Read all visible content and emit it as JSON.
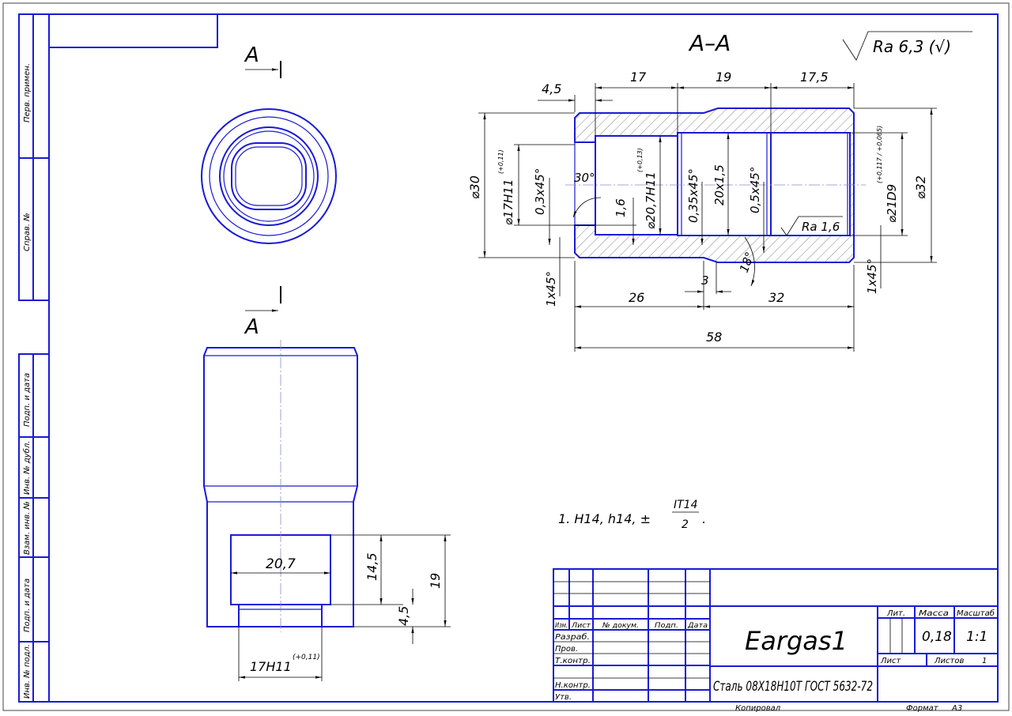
{
  "section_title": "A–A",
  "roughness_general": "Ra 6,3 (√)",
  "section_mark": "A",
  "side_labels": [
    "Перв. примен.",
    "Справ. №",
    "Подп. и дата",
    "Инв. № дубл.",
    "Взам. инв. №",
    "Подп. и дата",
    "Инв. № подл."
  ],
  "dims": {
    "d45": "4,5",
    "d17": "17",
    "d19": "19",
    "d175": "17,5",
    "dia30": "⌀30",
    "dia17": "⌀17H11",
    "dia17tol": "(+0,11)",
    "ch03": "0,3x45°",
    "ang30": "30°",
    "d16": "1,6",
    "dia207": "⌀20,7H11",
    "dia207tol": "(+0,13)",
    "ch035": "0,35x45°",
    "thread": "20x1,5",
    "ch05": "0,5x45°",
    "dia21": "⌀21D9",
    "dia21tol": "(+0,117 / +0,065)",
    "dia32": "⌀32",
    "ra16": "Ra 1,6",
    "ang18": "18°",
    "d3": "3",
    "ch1l": "1x45°",
    "ch1r": "1x45°",
    "d26": "26",
    "d32": "32",
    "d58": "58",
    "w207": "20,7",
    "h145": "14,5",
    "h45": "4,5",
    "h19": "19",
    "w17": "17H11",
    "w17tol": "(+0,11)"
  },
  "note": {
    "text": "1. H14, h14, ±",
    "num": "IT14",
    "den": "2",
    "end": "."
  },
  "title_block": {
    "headers": [
      "Изм.",
      "Лист",
      "№ докум.",
      "Подп.",
      "Дата"
    ],
    "roles": [
      "Разраб.",
      "Пров.",
      "Т.контр.",
      "Н.контр.",
      "Утв."
    ],
    "name": "Eargas1",
    "material": "Сталь 08Х18Н10Т ГОСТ 5632-72",
    "lit_label": "Лит.",
    "mass_label": "Масса",
    "scale_label": "Масштаб",
    "mass": "0,18",
    "scale": "1:1",
    "sheet_label": "Лист",
    "sheets_label": "Листов",
    "sheets": "1",
    "copied": "Копировал",
    "format_label": "Формат",
    "format": "A3"
  }
}
